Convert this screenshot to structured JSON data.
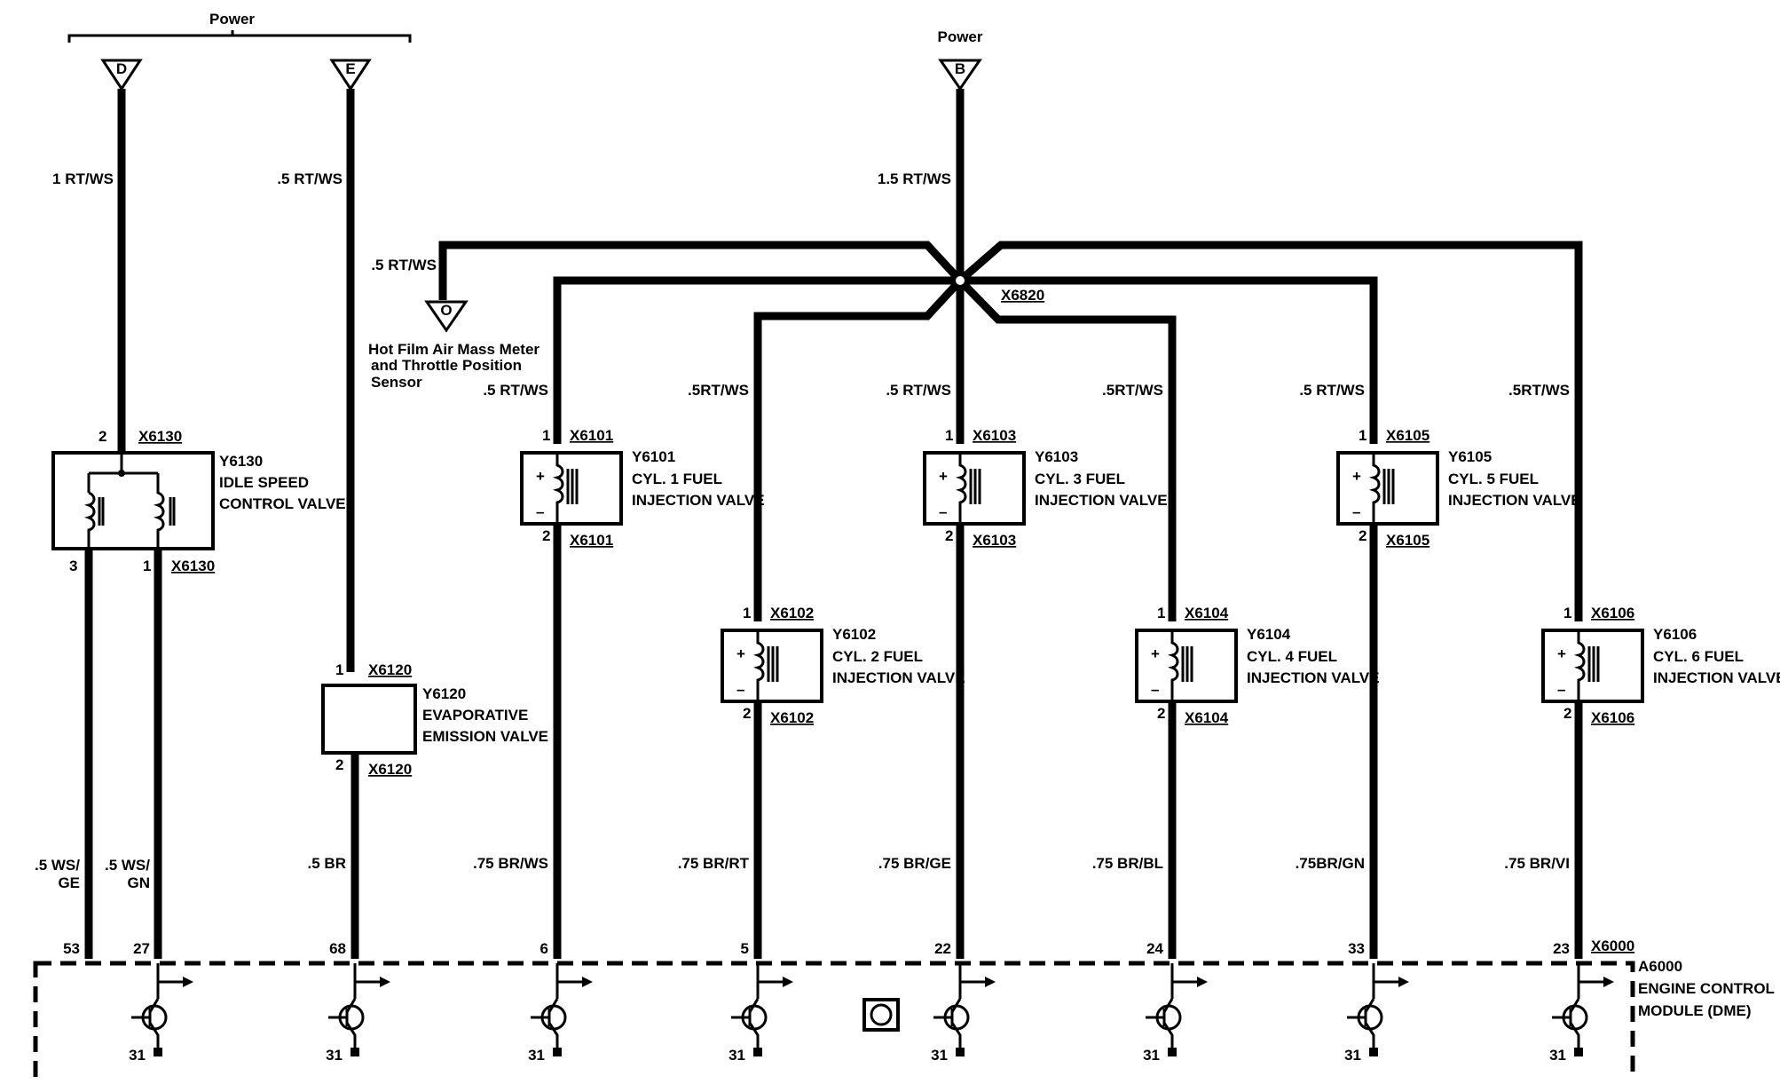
{
  "power_labels": [
    "Power",
    "Power"
  ],
  "terminals": [
    {
      "letter": "D",
      "wire": "1 RT/WS"
    },
    {
      "letter": "E",
      "wire": ".5 RT/WS"
    },
    {
      "letter": "B",
      "wire": "1.5 RT/WS"
    }
  ],
  "splice": {
    "id": "X6820"
  },
  "maf_branch": {
    "wire": ".5 RT/WS",
    "letter": "O",
    "label_lines": [
      "Hot Film Air Mass Meter",
      "and Throttle Position",
      "Sensor"
    ]
  },
  "idle_valve": {
    "id": "Y6130",
    "name_lines": [
      "IDLE SPEED",
      "CONTROL VALVE"
    ],
    "connector": "X6130",
    "pin_top": "2",
    "pin_left": "3",
    "pin_right": "1",
    "wire_left_lines": [
      ".5 WS/",
      "GE"
    ],
    "wire_right_lines": [
      ".5 WS/",
      "GN"
    ],
    "ecm_pin_left": "53",
    "ecm_pin_right": "27"
  },
  "evap_valve": {
    "id": "Y6120",
    "name_lines": [
      "EVAPORATIVE",
      "EMISSION VALVE"
    ],
    "connector": "X6120",
    "pin_top": "1",
    "pin_bottom": "2",
    "wire_bottom": ".5 BR",
    "ecm_pin": "68"
  },
  "injectors": [
    {
      "id": "Y6101",
      "name_lines": [
        "CYL. 1 FUEL",
        "INJECTION VALVE"
      ],
      "connector": "X6101",
      "pin_top": "1",
      "pin_bottom": "2",
      "wire_top": ".5 RT/WS",
      "wire_bottom": ".75 BR/WS",
      "ecm_pin": "6"
    },
    {
      "id": "Y6102",
      "name_lines": [
        "CYL. 2 FUEL",
        "INJECTION VALVE"
      ],
      "connector": "X6102",
      "pin_top": "1",
      "pin_bottom": "2",
      "wire_top": ".5RT/WS",
      "wire_bottom": ".75 BR/RT",
      "ecm_pin": "5"
    },
    {
      "id": "Y6103",
      "name_lines": [
        "CYL. 3 FUEL",
        "INJECTION VALVE"
      ],
      "connector": "X6103",
      "pin_top": "1",
      "pin_bottom": "2",
      "wire_top": ".5 RT/WS",
      "wire_bottom": ".75 BR/GE",
      "ecm_pin": "22"
    },
    {
      "id": "Y6104",
      "name_lines": [
        "CYL. 4 FUEL",
        "INJECTION VALVE"
      ],
      "connector": "X6104",
      "pin_top": "1",
      "pin_bottom": "2",
      "wire_top": ".5RT/WS",
      "wire_bottom": ".75 BR/BL",
      "ecm_pin": "24"
    },
    {
      "id": "Y6105",
      "name_lines": [
        "CYL. 5 FUEL",
        "INJECTION VALVE"
      ],
      "connector": "X6105",
      "pin_top": "1",
      "pin_bottom": "2",
      "wire_top": ".5 RT/WS",
      "wire_bottom": ".75BR/GN",
      "ecm_pin": "33"
    },
    {
      "id": "Y6106",
      "name_lines": [
        "CYL. 6 FUEL",
        "INJECTION VALVE"
      ],
      "connector": "X6106",
      "pin_top": "1",
      "pin_bottom": "2",
      "wire_top": ".5RT/WS",
      "wire_bottom": ".75 BR/VI",
      "ecm_pin": "23"
    }
  ],
  "ecm": {
    "id": "A6000",
    "name_lines": [
      "ENGINE CONTROL",
      "MODULE (DME)"
    ],
    "connector": "X6000",
    "ground_pin": "31"
  }
}
